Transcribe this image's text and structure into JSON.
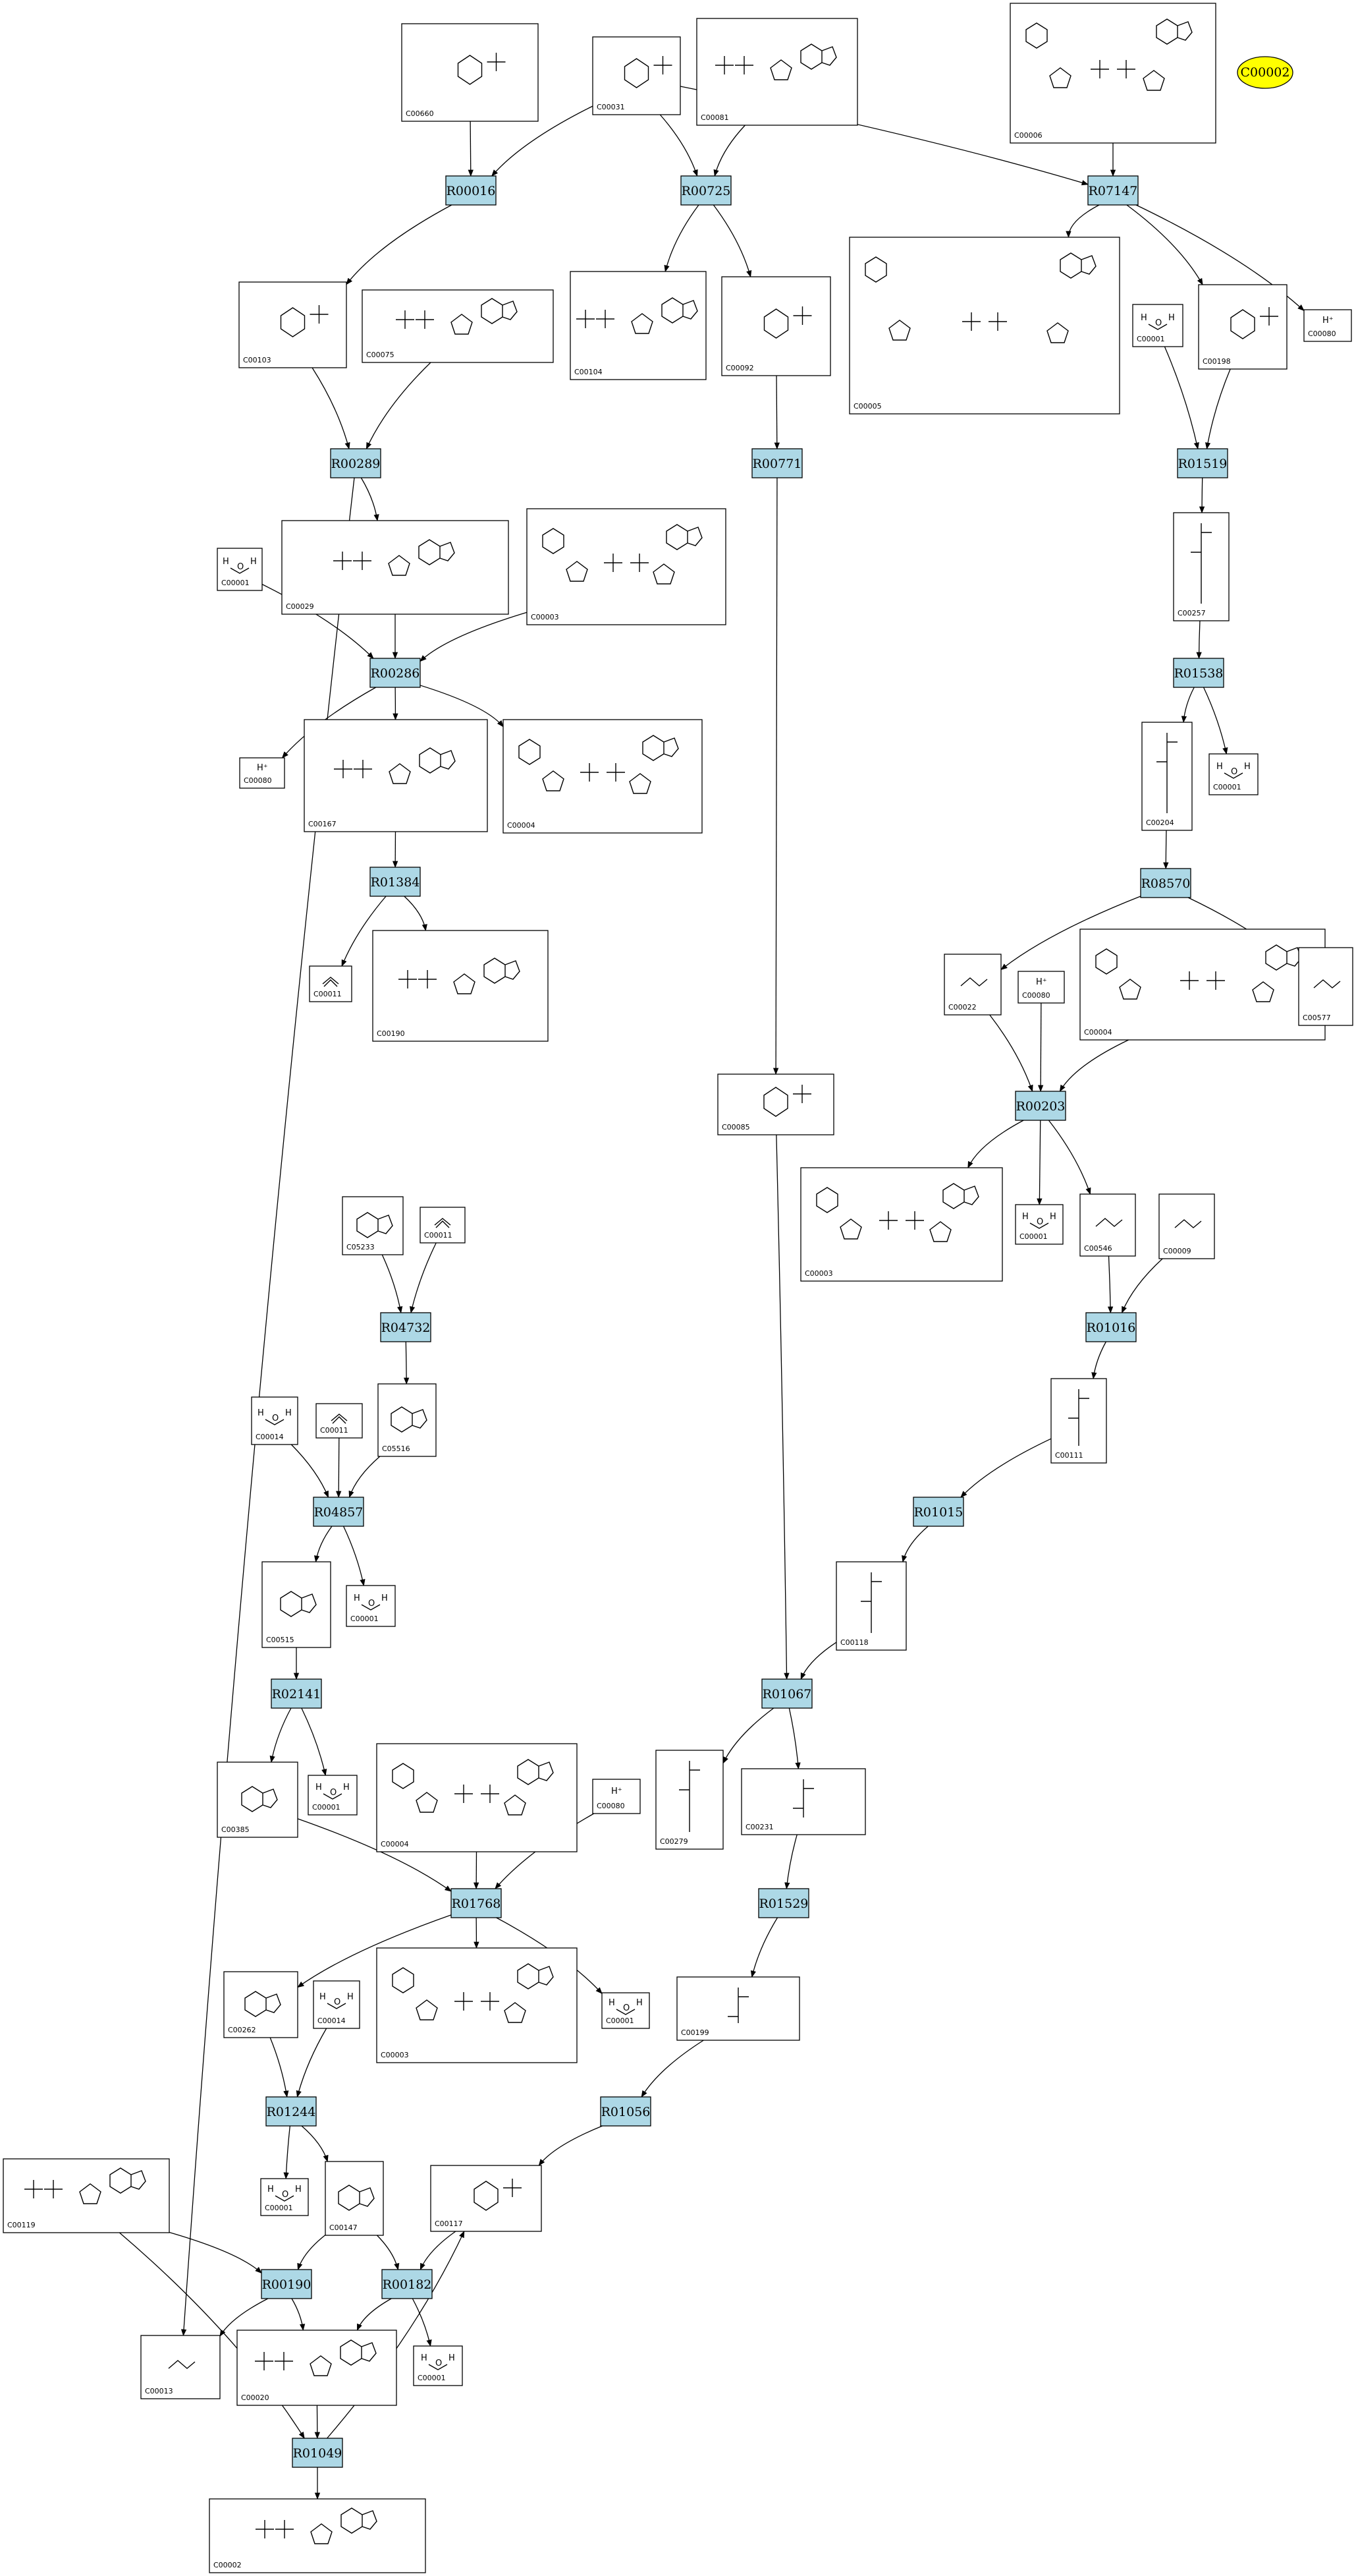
{
  "reactions": [
    "R00016",
    "R00725",
    "R07147",
    "R00289",
    "R00771",
    "R01519",
    "R00286",
    "R01538",
    "R01384",
    "R08570",
    "R00203",
    "R04732",
    "R01016",
    "R04857",
    "R01015",
    "R02141",
    "R01067",
    "R01768",
    "R01529",
    "R01244",
    "R01056",
    "R00190",
    "R00182",
    "R01049"
  ],
  "compounds": [
    "C00660",
    "C00031",
    "C00081",
    "C00006",
    "C00103",
    "C00075",
    "C00104",
    "C00092",
    "C00005",
    "C00001",
    "C00198",
    "C00080",
    "C00029",
    "C00003",
    "C00257",
    "C00167",
    "C00004",
    "C00204",
    "C00011",
    "C00190",
    "C00022",
    "C00577",
    "C00085",
    "C05233",
    "C00546",
    "C00009",
    "C00014",
    "C05516",
    "C00111",
    "C00515",
    "C00118",
    "C00385",
    "C00279",
    "C00231",
    "C00262",
    "C00199",
    "C00147",
    "C00119",
    "C00117",
    "C00013",
    "C00020",
    "C00002"
  ],
  "highlight": {
    "label": "C00002",
    "color": "#ffff00"
  },
  "colors": {
    "reaction_fill": "#add8e6",
    "edge": "#000000",
    "box": "#000000",
    "background": "#ffffff"
  }
}
